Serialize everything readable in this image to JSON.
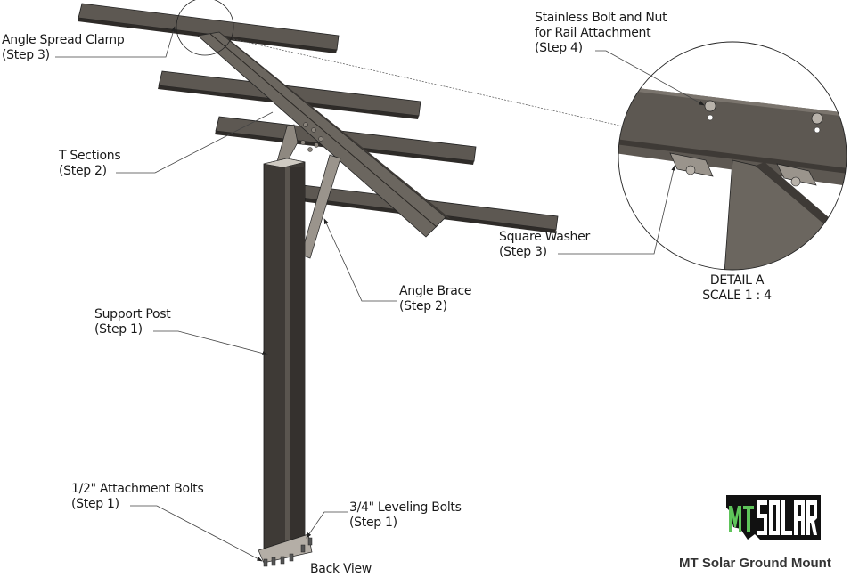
{
  "diagram": {
    "title": "MT Solar Ground Mount",
    "logo_text": "MTSOLAR",
    "colors": {
      "steel_dark": "#3e3a36",
      "steel_mid": "#5d5852",
      "steel_light": "#7c766f",
      "brace_light": "#9a948c",
      "leader_line": "#444444",
      "logo_green": "#5ec45a",
      "logo_black": "#111111"
    },
    "callouts": [
      {
        "id": "angle-spread-clamp",
        "line1": "Angle Spread Clamp",
        "line2": "(Step 3)"
      },
      {
        "id": "t-sections",
        "line1": "T Sections",
        "line2": "(Step 2)"
      },
      {
        "id": "support-post",
        "line1": "Support Post",
        "line2": "(Step 1)"
      },
      {
        "id": "angle-brace",
        "line1": "Angle Brace",
        "line2": "(Step 2)"
      },
      {
        "id": "square-washer",
        "line1": "Square Washer",
        "line2": "(Step 3)"
      },
      {
        "id": "stainless-bolt",
        "line1": "Stainless Bolt and Nut",
        "line2": "for Rail Attachment",
        "line3": "(Step 4)"
      },
      {
        "id": "attachment-bolts",
        "line1": "1/2\" Attachment Bolts",
        "line2": "(Step 1)"
      },
      {
        "id": "leveling-bolts",
        "line1": "3/4\" Leveling Bolts",
        "line2": "(Step 1)"
      }
    ],
    "detail": {
      "name": "DETAIL A",
      "scale": "SCALE 1 : 4"
    },
    "view_label": "Back View"
  }
}
